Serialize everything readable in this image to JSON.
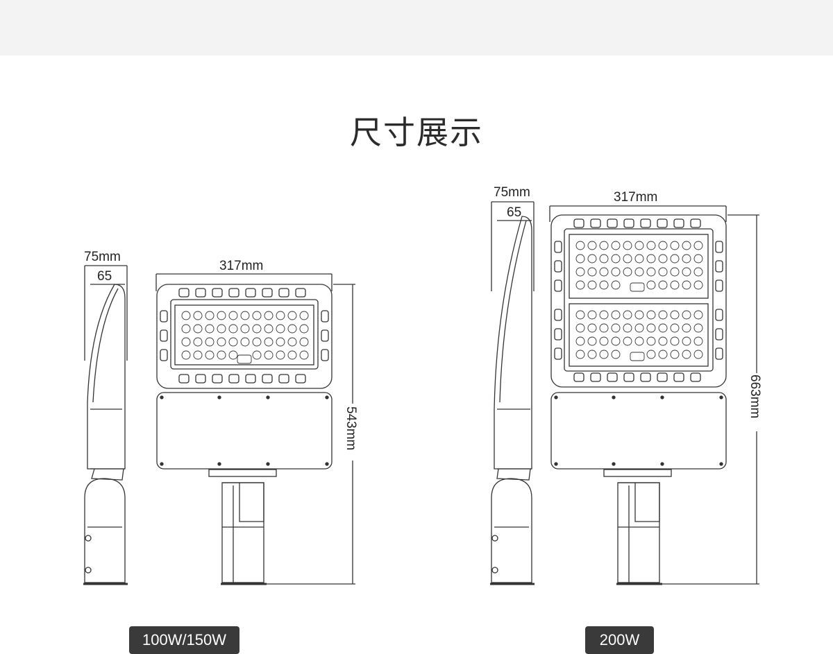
{
  "title": "尺寸展示",
  "models": [
    {
      "label": "100W/150W",
      "dims": {
        "side_total": "75mm",
        "side_inner": "65",
        "width": "317mm",
        "height": "543mm"
      }
    },
    {
      "label": "200W",
      "dims": {
        "side_total": "75mm",
        "side_inner": "65",
        "width": "317mm",
        "height": "663mm"
      }
    }
  ]
}
